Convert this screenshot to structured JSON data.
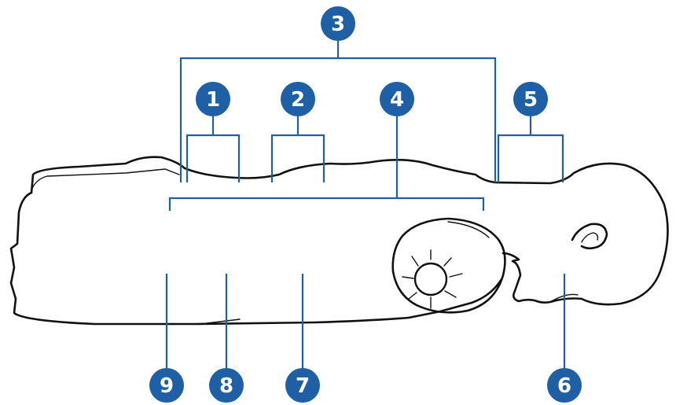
{
  "colors": {
    "accent": "#1f5fa5",
    "outline": "#111111",
    "background": "#ffffff"
  },
  "callouts": {
    "c1": "1",
    "c2": "2",
    "c3": "3",
    "c4": "4",
    "c5": "5",
    "c6": "6",
    "c7": "7",
    "c8": "8",
    "c9": "9"
  }
}
